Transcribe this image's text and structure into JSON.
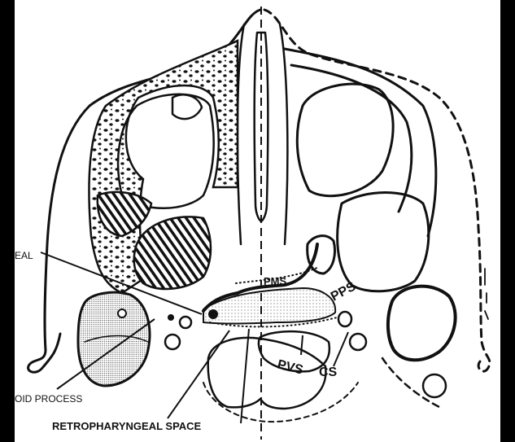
{
  "labels": {
    "pharyngeal_partial": "EAL",
    "styloid_process_partial": "OID PROCESS",
    "retropharyngeal_space": "RETROPHARYNGEAL SPACE",
    "pms": "PMS",
    "pps": "PPS",
    "pvs": "PVS",
    "cs": "CS"
  },
  "colors": {
    "background": "#000000",
    "paper": "#ffffff",
    "ink": "#111111"
  }
}
